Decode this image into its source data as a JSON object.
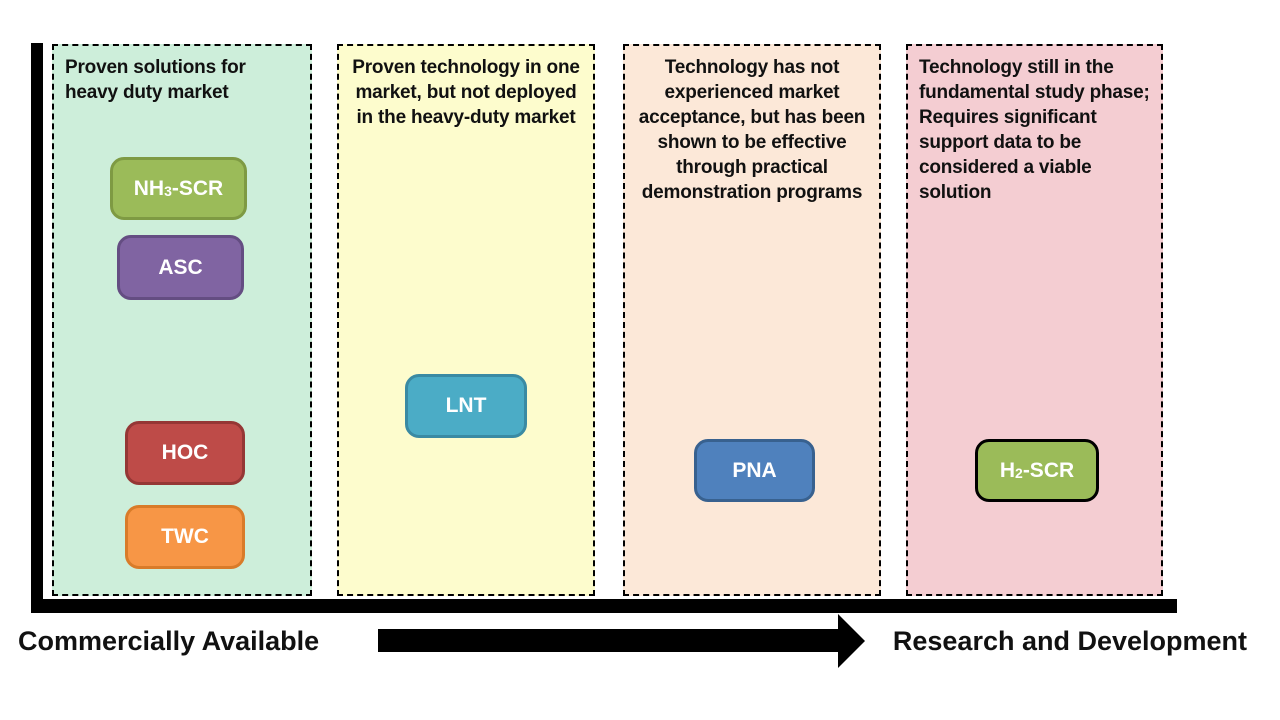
{
  "diagram": {
    "description": "Technology readiness spectrum for heavy-duty emissions-control technologies",
    "axis": {
      "left_label": "Commercially Available",
      "right_label": "Research and Development",
      "arrow_direction": "right",
      "axis_color": "#000000"
    },
    "panels": [
      {
        "id": "proven-heavy-duty",
        "title": "Proven solutions for heavy duty market",
        "title_align": "left",
        "bg_color": "#cdeeda",
        "border_style": "dashed-black",
        "boxes": [
          {
            "label": "NH3-SCR",
            "pre": "NH",
            "sub": "3",
            "post": "-SCR",
            "fill": "#9bbb59",
            "border": "#7e9a43",
            "text_color": "#ffffff"
          },
          {
            "label": "ASC",
            "pre": "ASC",
            "sub": "",
            "post": "",
            "fill": "#8064a2",
            "border": "#644d82",
            "text_color": "#ffffff"
          },
          {
            "label": "HOC",
            "pre": "HOC",
            "sub": "",
            "post": "",
            "fill": "#be4b48",
            "border": "#953735",
            "text_color": "#ffffff"
          },
          {
            "label": "TWC",
            "pre": "TWC",
            "sub": "",
            "post": "",
            "fill": "#f79646",
            "border": "#d97b29",
            "text_color": "#ffffff"
          }
        ]
      },
      {
        "id": "proven-other-market",
        "title": "Proven technology in one market, but not deployed in the heavy-duty market",
        "title_align": "center",
        "bg_color": "#fdfccd",
        "border_style": "dashed-black",
        "boxes": [
          {
            "label": "LNT",
            "pre": "LNT",
            "sub": "",
            "post": "",
            "fill": "#4bacc6",
            "border": "#3a8aa3",
            "text_color": "#ffffff"
          }
        ]
      },
      {
        "id": "demonstrated-not-accepted",
        "title": "Technology has not experienced market acceptance, but has been shown to be effective through practical demonstration programs",
        "title_align": "center",
        "bg_color": "#fce8d8",
        "border_style": "dashed-black",
        "boxes": [
          {
            "label": "PNA",
            "pre": "PNA",
            "sub": "",
            "post": "",
            "fill": "#4f81bd",
            "border": "#38618f",
            "text_color": "#ffffff"
          }
        ]
      },
      {
        "id": "fundamental-study",
        "title": "Technology still in the fundamental study phase; Requires significant support data to be considered a viable solution",
        "title_align": "left",
        "bg_color": "#f4cdd2",
        "border_style": "dashed-black",
        "boxes": [
          {
            "label": "H2-SCR",
            "pre": "H",
            "sub": "2",
            "post": "-SCR",
            "fill": "#9bbb59",
            "border": "#000000",
            "text_color": "#ffffff"
          }
        ]
      }
    ]
  }
}
